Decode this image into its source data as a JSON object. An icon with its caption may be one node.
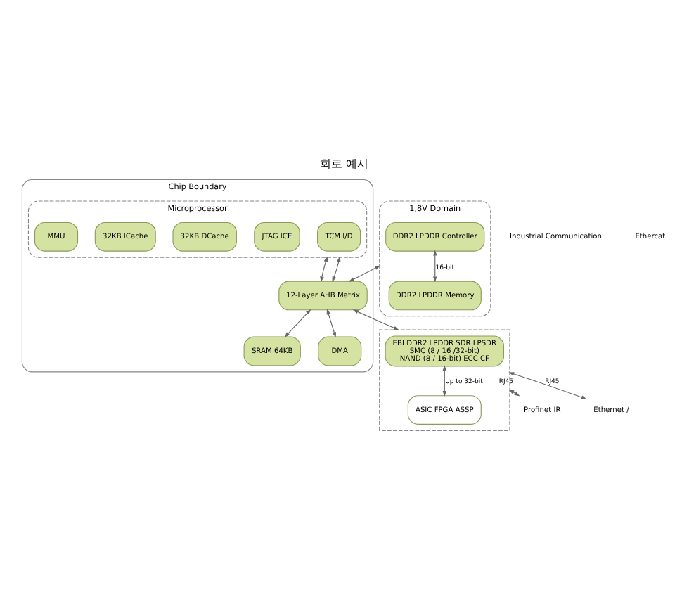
{
  "diagram": {
    "title": "회로 예시",
    "nodes": [
      {
        "text": [
          "Chip Boundary"
        ]
      },
      {
        "text": [
          "Microprocessor"
        ],
        "in": 0
      },
      {
        "text": [
          "TCM I/D"
        ],
        "in": 1
      },
      {
        "text": [
          "JTAG ICE"
        ],
        "in": 1
      },
      {
        "text": [
          "32KB DCache"
        ],
        "in": 1
      },
      {
        "text": [
          "32KB ICache"
        ],
        "in": 1
      },
      {
        "text": [
          "MMU"
        ],
        "in": 1
      },
      {
        "text": [
          "12-Layer AHB Matrix"
        ],
        "in": 0
      },
      {
        "text": [
          "SRAM 64KB"
        ],
        "in": 0
      },
      {
        "text": [
          "DMA"
        ],
        "in": 0
      },
      {
        "text": [
          "1,8V Domain"
        ]
      },
      {
        "text": [
          "DDR2 LPDDR Controller"
        ],
        "in": 10
      },
      {
        "text": [
          "DDR2 LPDDR Memory"
        ],
        "in": 10
      },
      {
        "text": [],
        "shape": "box"
      },
      {
        "text": [
          "EBI DDR2 LPDDR SDR LPSDR",
          "SMC (8 / 16 /32-bit)",
          "NAND (8 / 16-bit) ECC CF"
        ],
        "in": 13
      },
      {
        "text": [
          "ASIC FPGA ASSP"
        ],
        "in": 13
      },
      {
        "text": [
          "Profinet IR"
        ]
      },
      {
        "text": [
          "Ethernet /"
        ]
      }
    ],
    "edges": [
      {
        "from": 1,
        "to": 7,
        "arrow": "both"
      },
      {
        "from": 1,
        "to": 7,
        "arrow": "both"
      },
      {
        "from": 11,
        "to": 12,
        "label": "16-bit",
        "arrow": "both"
      },
      {
        "from": 10,
        "to": 7,
        "arrow": "both"
      },
      {
        "from": 7,
        "to": 8,
        "arrow": "both"
      },
      {
        "from": 7,
        "to": 9,
        "arrow": "both"
      },
      {
        "from": 7,
        "to": 13,
        "arrow": "both"
      },
      {
        "from": 14,
        "to": 15,
        "label": "Up to 32-bit",
        "arrow": "both"
      },
      {
        "from": 13,
        "to": 16,
        "label": "RJ45",
        "arrow": "both"
      },
      {
        "from": 13,
        "to": 17,
        "label": "RJ45",
        "arrow": "both"
      }
    ],
    "labels": [
      "Industrial Communication",
      "Ethercat"
    ]
  }
}
